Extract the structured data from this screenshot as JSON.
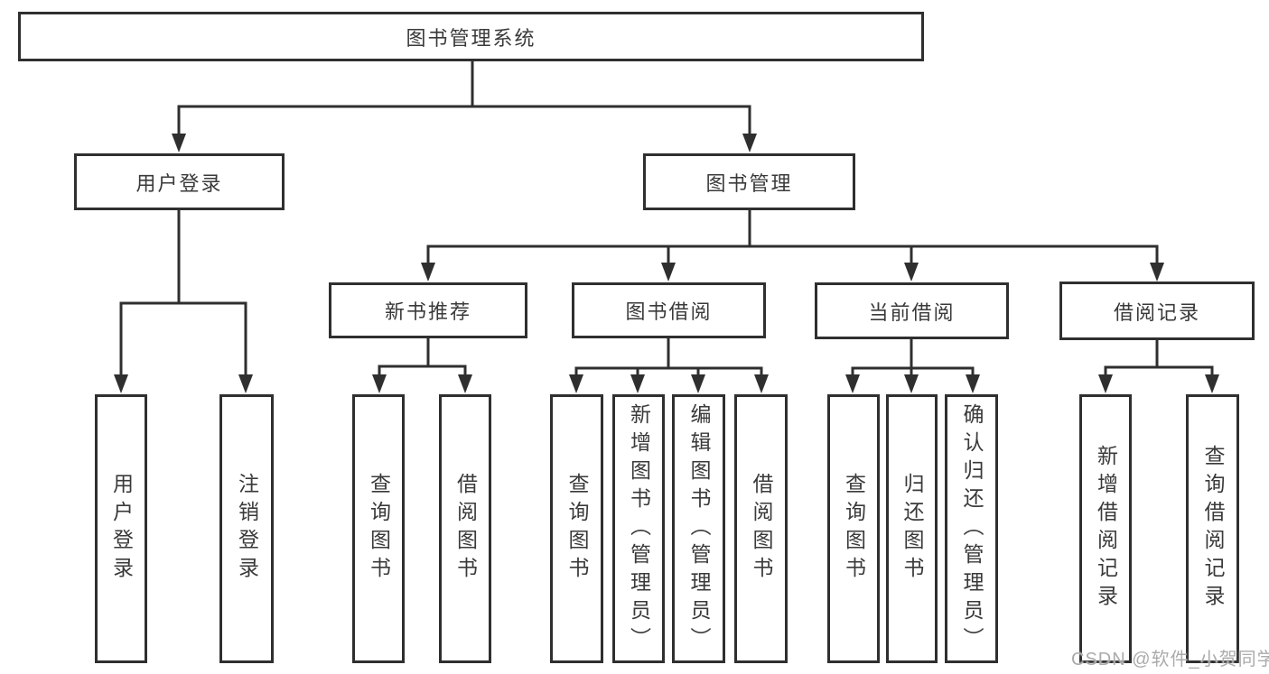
{
  "diagram_title": "图书管理系统",
  "nodes": {
    "root": "图书管理系统",
    "user_login": "用户登录",
    "book_mgmt": "图书管理",
    "new_book_rec": "新书推荐",
    "book_borrow": "图书借阅",
    "current_borrow": "当前借阅",
    "borrow_records": "借阅记录",
    "leaf_user_login": "用户登录",
    "leaf_logout": "注销登录",
    "leaf_query_book_rec": "查询图书",
    "leaf_borrow_book_rec": "借阅图书",
    "leaf_query_book_borrow": "查询图书",
    "leaf_add_book": "新增图书（管理员）",
    "leaf_edit_book": "编辑图书（管理员）",
    "leaf_borrow_book_borrow": "借阅图书",
    "leaf_query_book_current": "查询图书",
    "leaf_return_book": "归还图书",
    "leaf_confirm_return": "确认归还（管理员）",
    "leaf_add_borrow_record": "新增借阅记录",
    "leaf_query_borrow_record": "查询借阅记录"
  },
  "watermark": "CSDN @软件_小贺同学",
  "colors": {
    "line": "#2f2f2f",
    "box_border": "#2f2f2f",
    "box_bg": "#ffffff",
    "text": "#3a3a3a",
    "watermark": "#ababab"
  }
}
